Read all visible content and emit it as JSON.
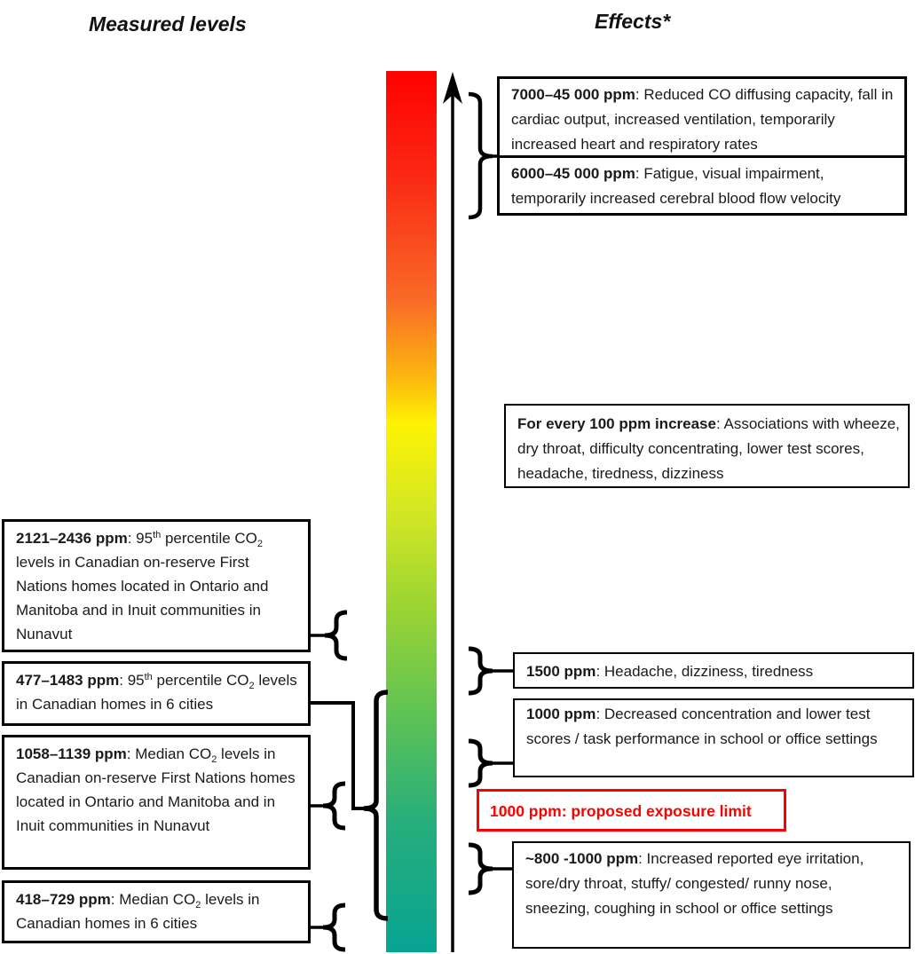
{
  "titles": {
    "measured": "Measured levels",
    "effects": "Effects*"
  },
  "scale": {
    "description": "vertical CO2 concentration gradient, increasing upward",
    "arrow_direction": "up",
    "gradient_top_to_bottom": [
      "#fe0000",
      "#fb2d16",
      "#fa6a27",
      "#fcb90e",
      "#fdf303",
      "#d3e724",
      "#9ad433",
      "#5fc254",
      "#27ae7b",
      "#08a493"
    ]
  },
  "measured_boxes": [
    {
      "bold": "2121–2436 ppm",
      "t1": ": 95",
      "sup": "th",
      "t2": " percentile CO",
      "sub": "2",
      "t3": " levels in Canadian on-reserve First Nations homes located in Ontario and Manitoba and in Inuit communities in Nunavut"
    },
    {
      "bold": "477–1483 ppm",
      "t1": ": 95",
      "sup": "th",
      "t2": " percentile CO",
      "sub": "2",
      "t3": " levels in Canadian homes in 6 cities"
    },
    {
      "bold": "1058–1139 ppm",
      "t1": ": Median CO",
      "sub": "2",
      "t2": " levels in Canadian on-reserve First Nations homes located in Ontario and Manitoba and in Inuit communities in Nunavut"
    },
    {
      "bold": "418–729 ppm",
      "t1": ": Median CO",
      "sub": "2",
      "t2": " levels in Canadian homes in 6 cities"
    }
  ],
  "effect_boxes": [
    {
      "bold": "7000–45 000 ppm",
      "text": ": Reduced CO diffusing capacity, fall in cardiac output, increased ventilation, temporarily increased heart and respiratory rates"
    },
    {
      "bold": "6000–45 000 ppm",
      "text": ": Fatigue, visual impairment, temporarily increased cerebral blood flow velocity"
    },
    {
      "bold": "For every 100 ppm increase",
      "text": ": Associations with wheeze, dry throat, difficulty concentrating, lower test scores, headache, tiredness, dizziness"
    },
    {
      "bold": "1500 ppm",
      "text": ": Headache, dizziness, tiredness"
    },
    {
      "bold": "1000 ppm",
      "text": ": Decreased concentration and lower test scores / task performance in school or office settings"
    },
    {
      "bold": "~800 -1000 ppm",
      "text": ": Increased reported eye irritation, sore/dry throat, stuffy/ congested/ runny nose, sneezing, coughing in school or office settings"
    }
  ],
  "proposed_limit": {
    "text": "1000 ppm: proposed exposure limit",
    "color": "#ff0000"
  }
}
